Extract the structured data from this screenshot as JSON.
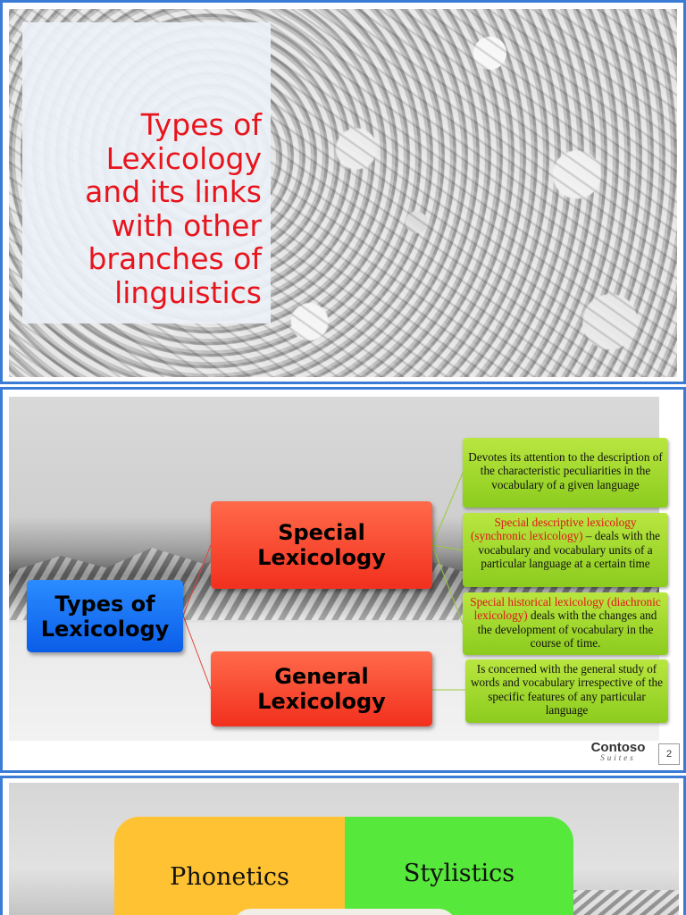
{
  "slide1": {
    "title": "Types of\nLexicology\nand its links\nwith other\nbranches of\nlinguistics"
  },
  "slide2": {
    "root": "Types of\nLexicology",
    "special": "Special\nLexicology",
    "general": "General\nLexicology",
    "leaf1": "Devotes its attention to the description of the characteristic peculiarities in the vocabulary of a given language",
    "leaf2_red": "Special descriptive lexicology (synchronic lexicology)",
    "leaf2_rest": " – deals with the vocabulary and vocabulary units of a particular language at a certain time",
    "leaf3_red": "Special historical lexicology (diachronic lexicology)",
    "leaf3_rest": " deals with the changes and the development of vocabulary in the course of time.",
    "leaf4": "Is concerned with the general study of words and vocabulary irrespective of the specific features of any particular language",
    "logo": "Contoso",
    "logo_sub": "Suites",
    "page_number": "2",
    "colors": {
      "root": "#1a73f5",
      "branch": "#f5462b",
      "leaf": "#a5d933",
      "accent_red": "#e0141c"
    }
  },
  "slide3": {
    "left_tile": "Phonetics",
    "right_tile": "Stylistics",
    "colors": {
      "left": "#ffc233",
      "right": "#57e83c"
    }
  },
  "frame_color": "#3a7bd5"
}
